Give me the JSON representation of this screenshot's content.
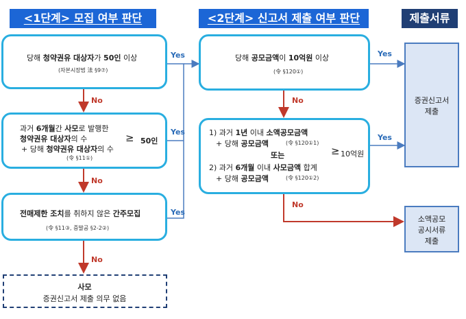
{
  "headers": {
    "stage1": "<1단계> 모집 여부 판단",
    "stage2": "<2단계> 신고서 제출 여부 판단",
    "docs": "제출서류"
  },
  "stage1": {
    "box1": {
      "pre": "당해 ",
      "bold1": "청약권유 대상자",
      "mid": "가 ",
      "bold2": "50인",
      "post": " 이상",
      "ref": "(자본시장법 法 §9⑦)"
    },
    "box2": {
      "l1_pre": "과거 ",
      "l1_b1": "6개월",
      "l1_mid": "간 ",
      "l1_b2": "사모",
      "l1_post": "로 발행한",
      "l2_b": "청약권유 대상자",
      "l2_post": "의 수",
      "l3_pre": "+ 당해 ",
      "l3_b": "청약권유 대상자",
      "l3_post": "의 수",
      "ref": "(令 §11①)",
      "cmp": "≥",
      "val": "50인"
    },
    "box3": {
      "pre": "전매제한 조치",
      "mid": "를 취하지 않은 ",
      "bold": "간주모집",
      "ref": "(令 §11③, 증발공 §2-2②)"
    },
    "box4": {
      "title": "사모",
      "sub": "증권신고서 제출 의무 없음"
    }
  },
  "stage2": {
    "box1": {
      "pre": "당해 ",
      "b1": "공모금액",
      "mid": "이 ",
      "b2": "10억원",
      "post": " 이상",
      "ref": "(令 §120①)"
    },
    "box2": {
      "l1_pre": "1) 과거 ",
      "l1_b1": "1년",
      "l1_mid": " 이내 ",
      "l1_b2": "소액공모금액",
      "l2_pre": "+ 당해 ",
      "l2_b": "공모금액",
      "l2_ref": "(令 §120①1)",
      "or": "또는",
      "l3_pre": "2) 과거 ",
      "l3_b1": "6개월",
      "l3_mid": " 이내 ",
      "l3_b2": "사모금액",
      "l3_post": " 합계",
      "l4_pre": "+ 당해 ",
      "l4_b": "공모금액",
      "l4_ref": "(令 §120①2)",
      "cmp": "≥",
      "val": "10억원"
    }
  },
  "docs": {
    "doc1_l1": "증권신고서",
    "doc1_l2": "제출",
    "doc2_l1": "소액공모",
    "doc2_l2": "공시서류",
    "doc2_l3": "제출"
  },
  "labels": {
    "yes": "Yes",
    "no": "No"
  },
  "colors": {
    "header_blue": "#1c66d6",
    "header_navy": "#1f3e74",
    "box_border": "#29aee0",
    "no_arrow": "#c0392b",
    "yes_arrow": "#4a7bbf",
    "doc_fill": "#dce6f5"
  }
}
